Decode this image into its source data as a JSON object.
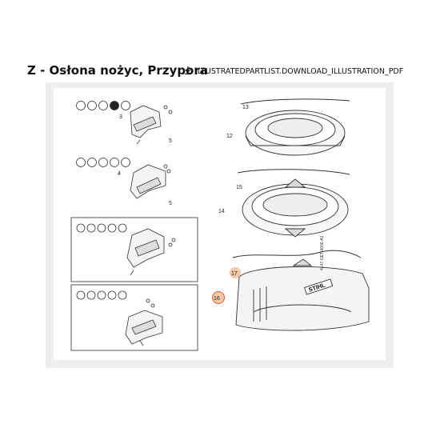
{
  "header": {
    "title": "Z - Osłona nożyc, Przypora",
    "download_label": "ILLUSTRATEDPARTLIST.DOWNLOAD_ILLUSTRATION_PDF"
  },
  "illustration": {
    "labels": {
      "p3": "3",
      "p4": "4",
      "p5a": "5",
      "p5b": "5",
      "p12": "12",
      "p13": "13",
      "p14": "14",
      "p15": "15",
      "p16": "16",
      "p17": "17"
    },
    "brand": "STIHL",
    "code": "4147-GET-0006-A1"
  },
  "colors": {
    "highlight": "#f3c9a8",
    "highlight_ring": "#d9602b",
    "panel_bg": "#eeeeee"
  }
}
